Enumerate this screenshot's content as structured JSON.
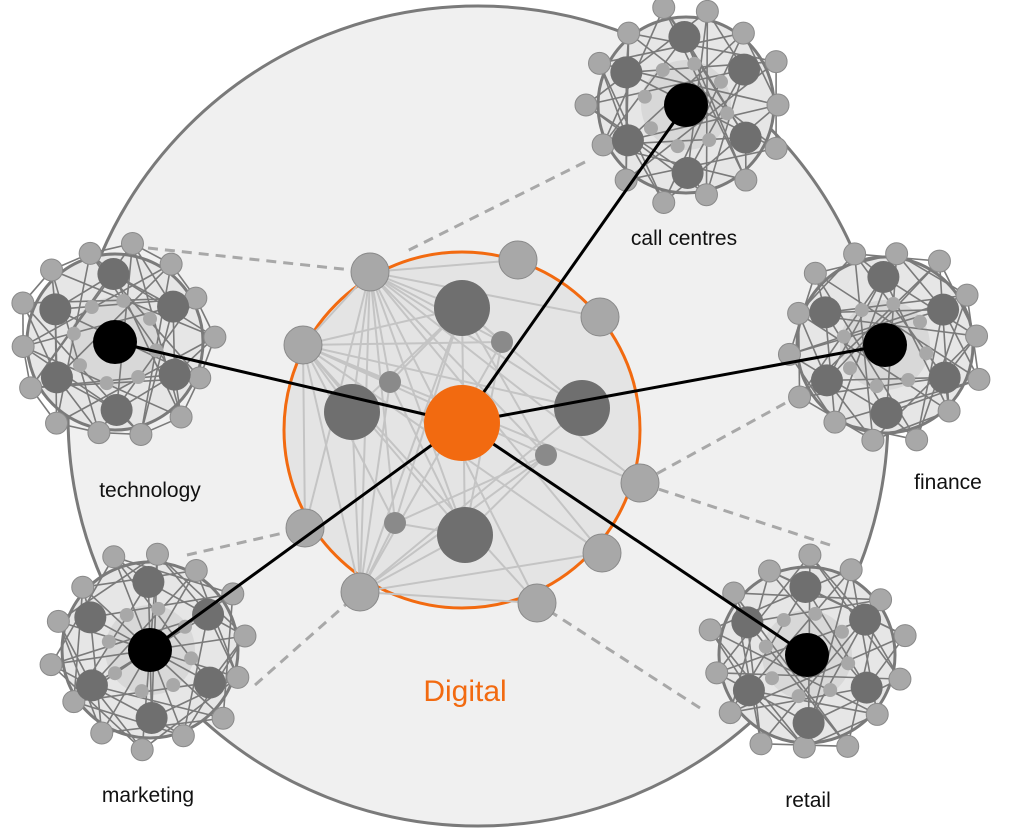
{
  "diagram": {
    "center_label": "Digital",
    "clusters": [
      {
        "id": "call-centres",
        "label": "call centres"
      },
      {
        "id": "technology",
        "label": "technology"
      },
      {
        "id": "finance",
        "label": "finance"
      },
      {
        "id": "marketing",
        "label": "marketing"
      },
      {
        "id": "retail",
        "label": "retail"
      }
    ]
  },
  "colors": {
    "accent": "#f26a10",
    "outer_fill": "#f0f0f0",
    "outer_stroke": "#7a7a7a",
    "node_light": "#a8a8a8",
    "node_dark": "#6f6f6f",
    "hub": "#000000"
  }
}
